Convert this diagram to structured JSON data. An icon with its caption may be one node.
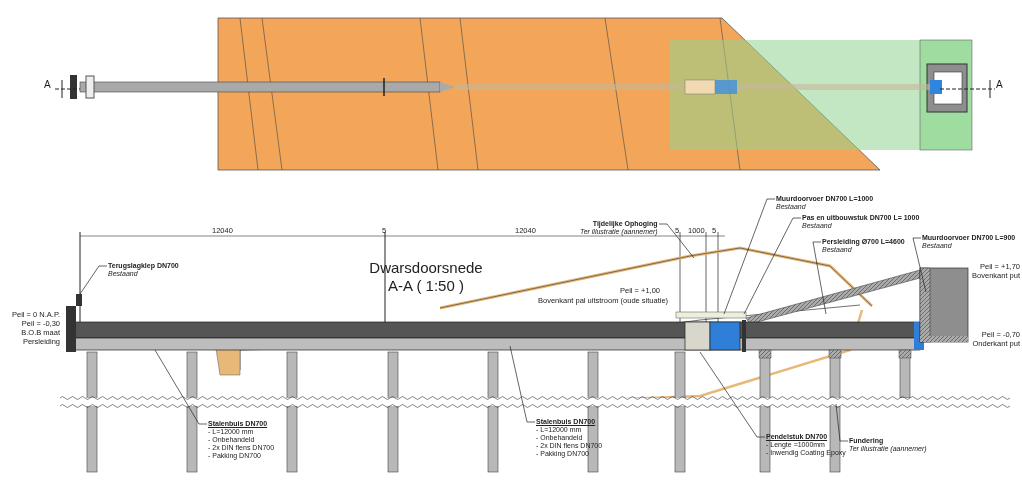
{
  "diagram": {
    "nodes": [
      {
        "text": [
          "Terugslagklep DN700",
          "Bestaand"
        ]
      },
      {
        "text": [
          "Tijdelijke Ophoging",
          "Ter illustratie (aannemer)"
        ]
      },
      {
        "text": [
          "Muurdoorvoer DN700 L=1000",
          "Bestaand"
        ]
      },
      {
        "text": [
          "Pas en uitbouwstuk DN700 L= 1000",
          "Bestaand"
        ]
      },
      {
        "text": [
          "Persleiding Ø700 L=4600",
          "Bestaand"
        ]
      },
      {
        "text": [
          "Muurdoorvoer DN700 L=900",
          "Bestaand"
        ]
      },
      {
        "text": [
          "Stalenbuis DN700",
          "- L=12000 mm",
          "- Onbehandeld",
          "- 2x DIN flens DN700",
          "- Pakking DN700"
        ]
      },
      {
        "text": [
          "Stalenbuis DN700",
          "- L=12000 mm",
          "- Onbehandeld",
          "- 2x DIN flens DN700",
          "- Pakking DN700"
        ]
      },
      {
        "text": [
          "Pendelstuk DN700",
          "- Lengte =1000mm",
          "- Inwendig Coating Epoxy"
        ]
      },
      {
        "text": [
          "Fundering",
          "Ter illustratie (aannemer)"
        ]
      }
    ],
    "edges": [
      {
        "from": 0,
        "to": null,
        "arrow": "none"
      },
      {
        "from": 1,
        "to": null,
        "arrow": "none"
      },
      {
        "from": 2,
        "to": null,
        "arrow": "none"
      },
      {
        "from": 3,
        "to": null,
        "arrow": "none"
      },
      {
        "from": 4,
        "to": null,
        "arrow": "none"
      },
      {
        "from": 5,
        "to": null,
        "arrow": "none"
      },
      {
        "from": 6,
        "to": null,
        "arrow": "none"
      },
      {
        "from": 7,
        "to": null,
        "arrow": "none"
      },
      {
        "from": 8,
        "to": null,
        "arrow": "none"
      },
      {
        "from": 9,
        "to": null,
        "arrow": "none"
      }
    ],
    "labels": [
      "A",
      "A",
      "12040",
      "5",
      "12040",
      "5",
      "1000",
      "5",
      "Dwarsdoorsnede A-A ( 1:50 )",
      "Peil = 0 N.A.P.",
      "Peil = -0,30",
      "B.O.B maat Persleiding",
      "Peil = +1,00",
      "Bovenkant pal uitstroom (oude situatie)",
      "Peil = +1,70",
      "Bovenkant put",
      "Peil = -0,70",
      "Onderkant put"
    ]
  }
}
